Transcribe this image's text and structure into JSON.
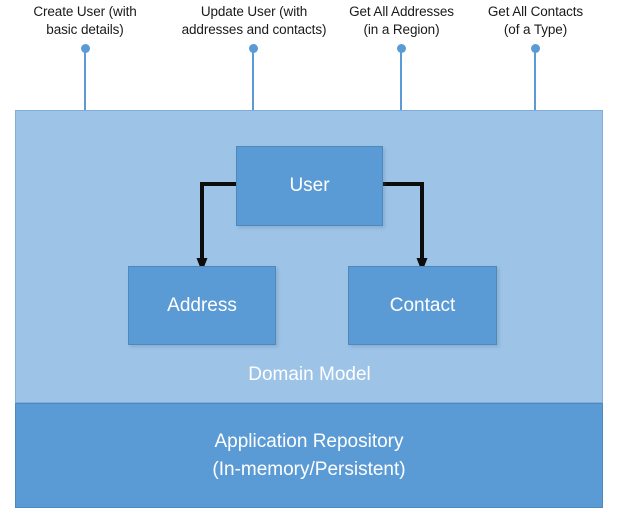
{
  "diagram": {
    "title": "Domain Model and Application Repository architecture diagram",
    "colors": {
      "panel_domain": "#9DC3E6",
      "panel_repository": "#5B9BD5",
      "entity_box": "#5B9BD5",
      "callout": "#5B9BD5",
      "connector": "#000000",
      "text_on_blue": "#FFFFFF",
      "text_label": "#1A1A1A"
    },
    "callouts": [
      {
        "id": "create-user",
        "line1": "Create User (with",
        "line2": "basic details)",
        "text": "Create User (with\nbasic details)"
      },
      {
        "id": "update-user",
        "line1": "Update User (with",
        "line2": "addresses and contacts)",
        "text": "Update User (with\naddresses and contacts)"
      },
      {
        "id": "get-all-addresses",
        "line1": "Get All Addresses",
        "line2": "(in a Region)",
        "text": "Get All Addresses\n(in a Region)"
      },
      {
        "id": "get-all-contacts",
        "line1": "Get All Contacts",
        "line2": "(of a Type)",
        "text": "Get All Contacts\n(of a Type)"
      }
    ],
    "entities": [
      {
        "id": "user",
        "label": "User"
      },
      {
        "id": "address",
        "label": "Address"
      },
      {
        "id": "contact",
        "label": "Contact"
      }
    ],
    "domain_layer": {
      "label": "Domain Model"
    },
    "repository_layer": {
      "line1": "Application Repository",
      "line2": "(In-memory/Persistent)"
    },
    "relationships": [
      {
        "from": "user",
        "to": "address"
      },
      {
        "from": "user",
        "to": "contact"
      }
    ]
  }
}
